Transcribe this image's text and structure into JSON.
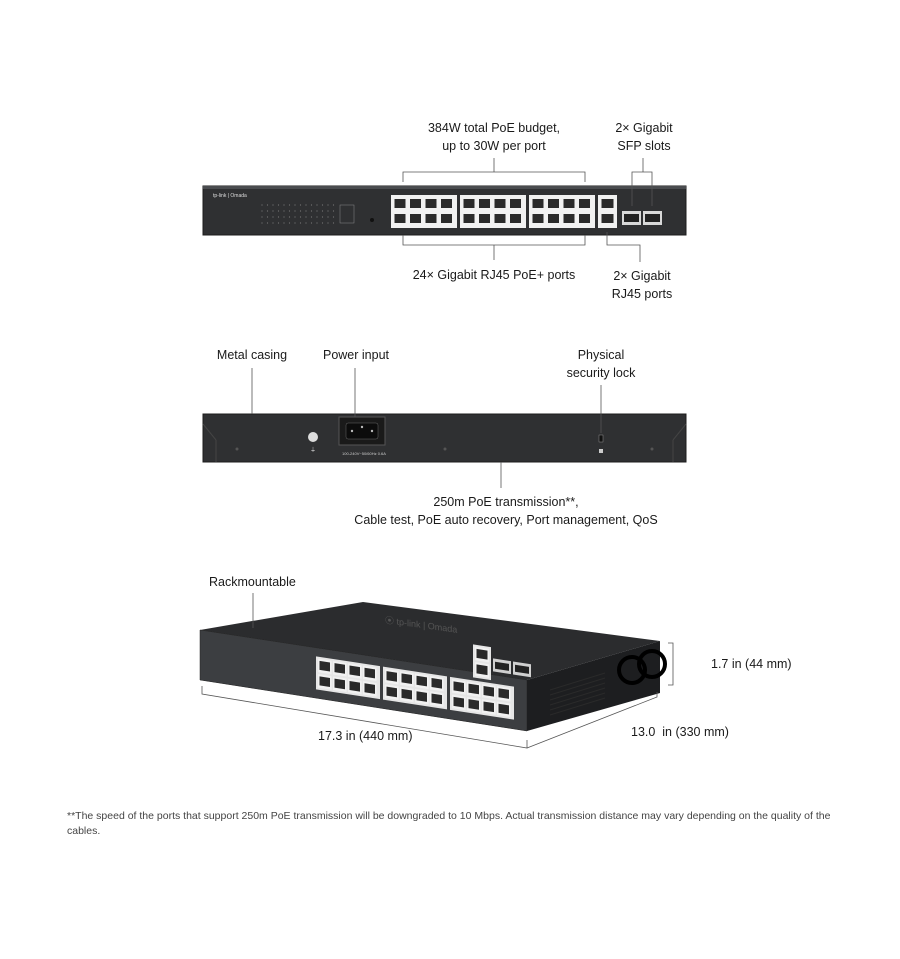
{
  "front": {
    "callouts": {
      "poe_budget": "384W total PoE budget,",
      "poe_per_port": "up to 30W per port",
      "sfp_line1": "2× Gigabit",
      "sfp_line2": "SFP slots",
      "rj45_poe_ports": "24× Gigabit RJ45 PoE+ ports",
      "rj45_line1": "2× Gigabit",
      "rj45_line2": "RJ45 ports"
    },
    "poe_port_count": 24,
    "rj45_port_count": 2,
    "sfp_slot_count": 2
  },
  "rear": {
    "callouts": {
      "metal_casing": "Metal casing",
      "power_input": "Power input",
      "lock_line1": "Physical",
      "lock_line2": "security lock",
      "features_line1": "250m PoE transmission**,",
      "features_line2": "Cable test, PoE auto recovery, Port management, QoS"
    },
    "power_rating": "100-240V~50/60Hz 0.6A"
  },
  "perspective": {
    "rackmountable": "Rackmountable",
    "width": "17.3 in (440 mm)",
    "depth": "13.0  in (330 mm)",
    "height": "1.7 in (44 mm)"
  },
  "footnote": "**The speed of the ports that support 250m PoE transmission will be downgraded to 10 Mbps. Actual transmission distance may vary depending on the quality of the cables.",
  "colors": {
    "chassis": "#2f3032",
    "chassis_edge": "#505255",
    "port": "#f1f1f1",
    "port_hole": "#2a2a2a",
    "line": "#555555"
  }
}
